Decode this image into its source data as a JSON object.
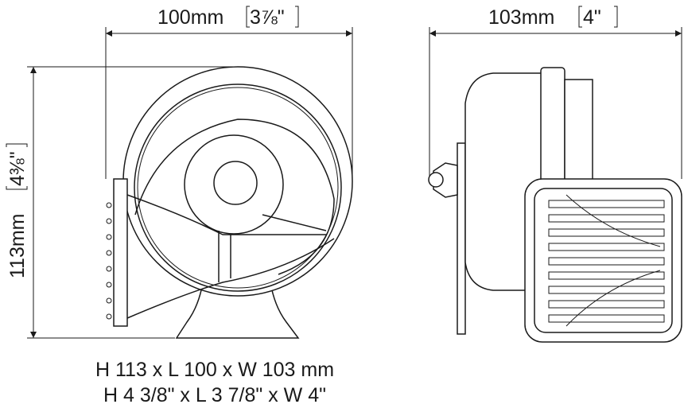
{
  "dimensions": {
    "width_label": "100mm",
    "width_inch": "3⅞\"",
    "depth_label": "103mm",
    "depth_inch": "4\"",
    "height_label": "113mm",
    "height_inch": "4⅜\""
  },
  "caption": {
    "metric": "H 113 x L 100 x W 103 mm",
    "imperial": "H 4 3/8\" x L 3 7/8\" x W 4\""
  }
}
